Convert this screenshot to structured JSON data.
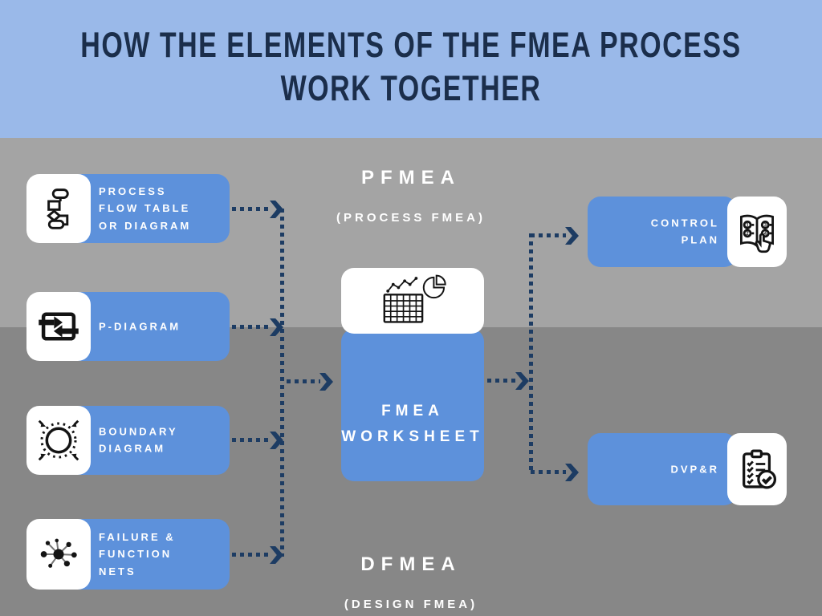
{
  "title": {
    "text": "HOW THE ELEMENTS OF THE FMEA PROCESS\nWORK TOGETHER"
  },
  "center": {
    "top_label": "PFMEA",
    "top_sublabel": "(PROCESS FMEA)",
    "worksheet_label": "FMEA\nWORKSHEET",
    "worksheet_icon": "spreadsheet-chart-pie-icon",
    "bottom_label": "DFMEA",
    "bottom_sublabel": "(DESIGN FMEA)"
  },
  "left_items": [
    {
      "label": "PROCESS\nFLOW TABLE\nOR DIAGRAM",
      "icon": "flowchart-icon"
    },
    {
      "label": "P-DIAGRAM",
      "icon": "process-arrows-icon"
    },
    {
      "label": "BOUNDARY\nDIAGRAM",
      "icon": "boundary-circle-icon"
    },
    {
      "label": "FAILURE &\nFUNCTION\nNETS",
      "icon": "network-nodes-icon"
    }
  ],
  "right_items": [
    {
      "label": "CONTROL\nPLAN",
      "icon": "control-plan-book-icon"
    },
    {
      "label": "DVP&R",
      "icon": "checklist-clipboard-icon"
    }
  ],
  "colors": {
    "header_blue": "#9ab9e9",
    "box_blue": "#5d91db",
    "arrow_navy": "#1d3c63",
    "title_navy": "#1b2e4b",
    "background_top_gray": "#a4a4a4",
    "background_bottom_gray": "#878787",
    "card_white": "#ffffff"
  }
}
